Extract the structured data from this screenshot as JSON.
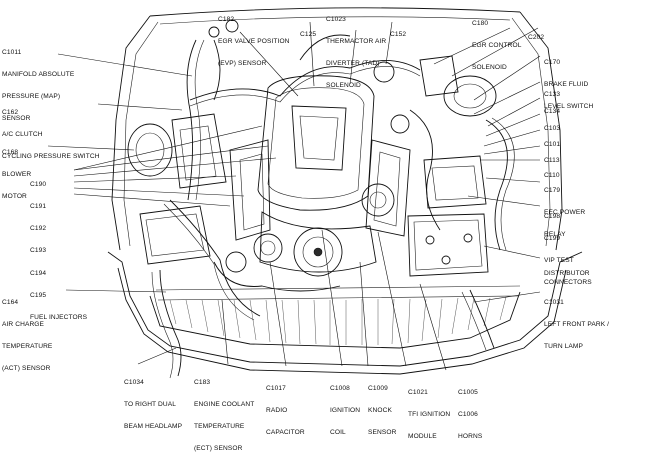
{
  "labels": {
    "c1011": [
      "C1011",
      "MANIFOLD ABSOLUTE",
      "PRESSURE (MAP)",
      "SENSOR"
    ],
    "c162": [
      "C162",
      "A/C CLUTCH",
      "CYCLING PRESSURE SWITCH"
    ],
    "c168": [
      "C168",
      "BLOWER",
      "MOTOR"
    ],
    "c190": [
      "C190",
      "C191",
      "C192",
      "C193",
      "C194",
      "C195",
      "FUEL INJECTORS"
    ],
    "c164": [
      "C164",
      "AIR CHARGE",
      "TEMPERATURE",
      "(ACT) SENSOR"
    ],
    "c1034": [
      "C1034",
      "TO RIGHT DUAL",
      "BEAM HEADLAMP"
    ],
    "c183": [
      "C183",
      "ENGINE COOLANT",
      "TEMPERATURE",
      "(ECT) SENSOR"
    ],
    "c1017": [
      "C1017",
      "RADIO",
      "CAPACITOR"
    ],
    "c1008": [
      "C1008",
      "IGNITION",
      "COIL"
    ],
    "c1009": [
      "C1009",
      "KNOCK",
      "SENSOR"
    ],
    "c1021": [
      "C1021",
      "TFI IGNITION",
      "MODULE"
    ],
    "c1005": [
      "C1005",
      "C1006",
      "HORNS"
    ],
    "c182": [
      "C182",
      "EGR VALVE POSITION",
      "(EVP) SENSOR"
    ],
    "c125": [
      "C125"
    ],
    "c1023": [
      "C1023",
      "THERMACTOR AIR",
      "DIVERTER (TAD)",
      "SOLENOID"
    ],
    "c152": [
      "C152"
    ],
    "c180": [
      "C180",
      "EGR CONTROL",
      "SOLENOID"
    ],
    "c202": [
      "C202"
    ],
    "c170": [
      "C170",
      "BRAKE FLUID",
      "LEVEL SWITCH"
    ],
    "c133": [
      "C133"
    ],
    "c134": [
      "C134"
    ],
    "c103": [
      "C103"
    ],
    "c101": [
      "C101"
    ],
    "c113": [
      "C113"
    ],
    "c110": [
      "C110"
    ],
    "c179": [
      "C179",
      "EEC POWER",
      "RELAY"
    ],
    "c198": [
      "C198",
      "C199",
      "VIP TEST",
      "CONNECTORS"
    ],
    "distributor": [
      "DISTRIBUTOR"
    ],
    "c1031": [
      "C1031",
      "LEFT FRONT PARK /",
      "TURN LAMP"
    ]
  }
}
